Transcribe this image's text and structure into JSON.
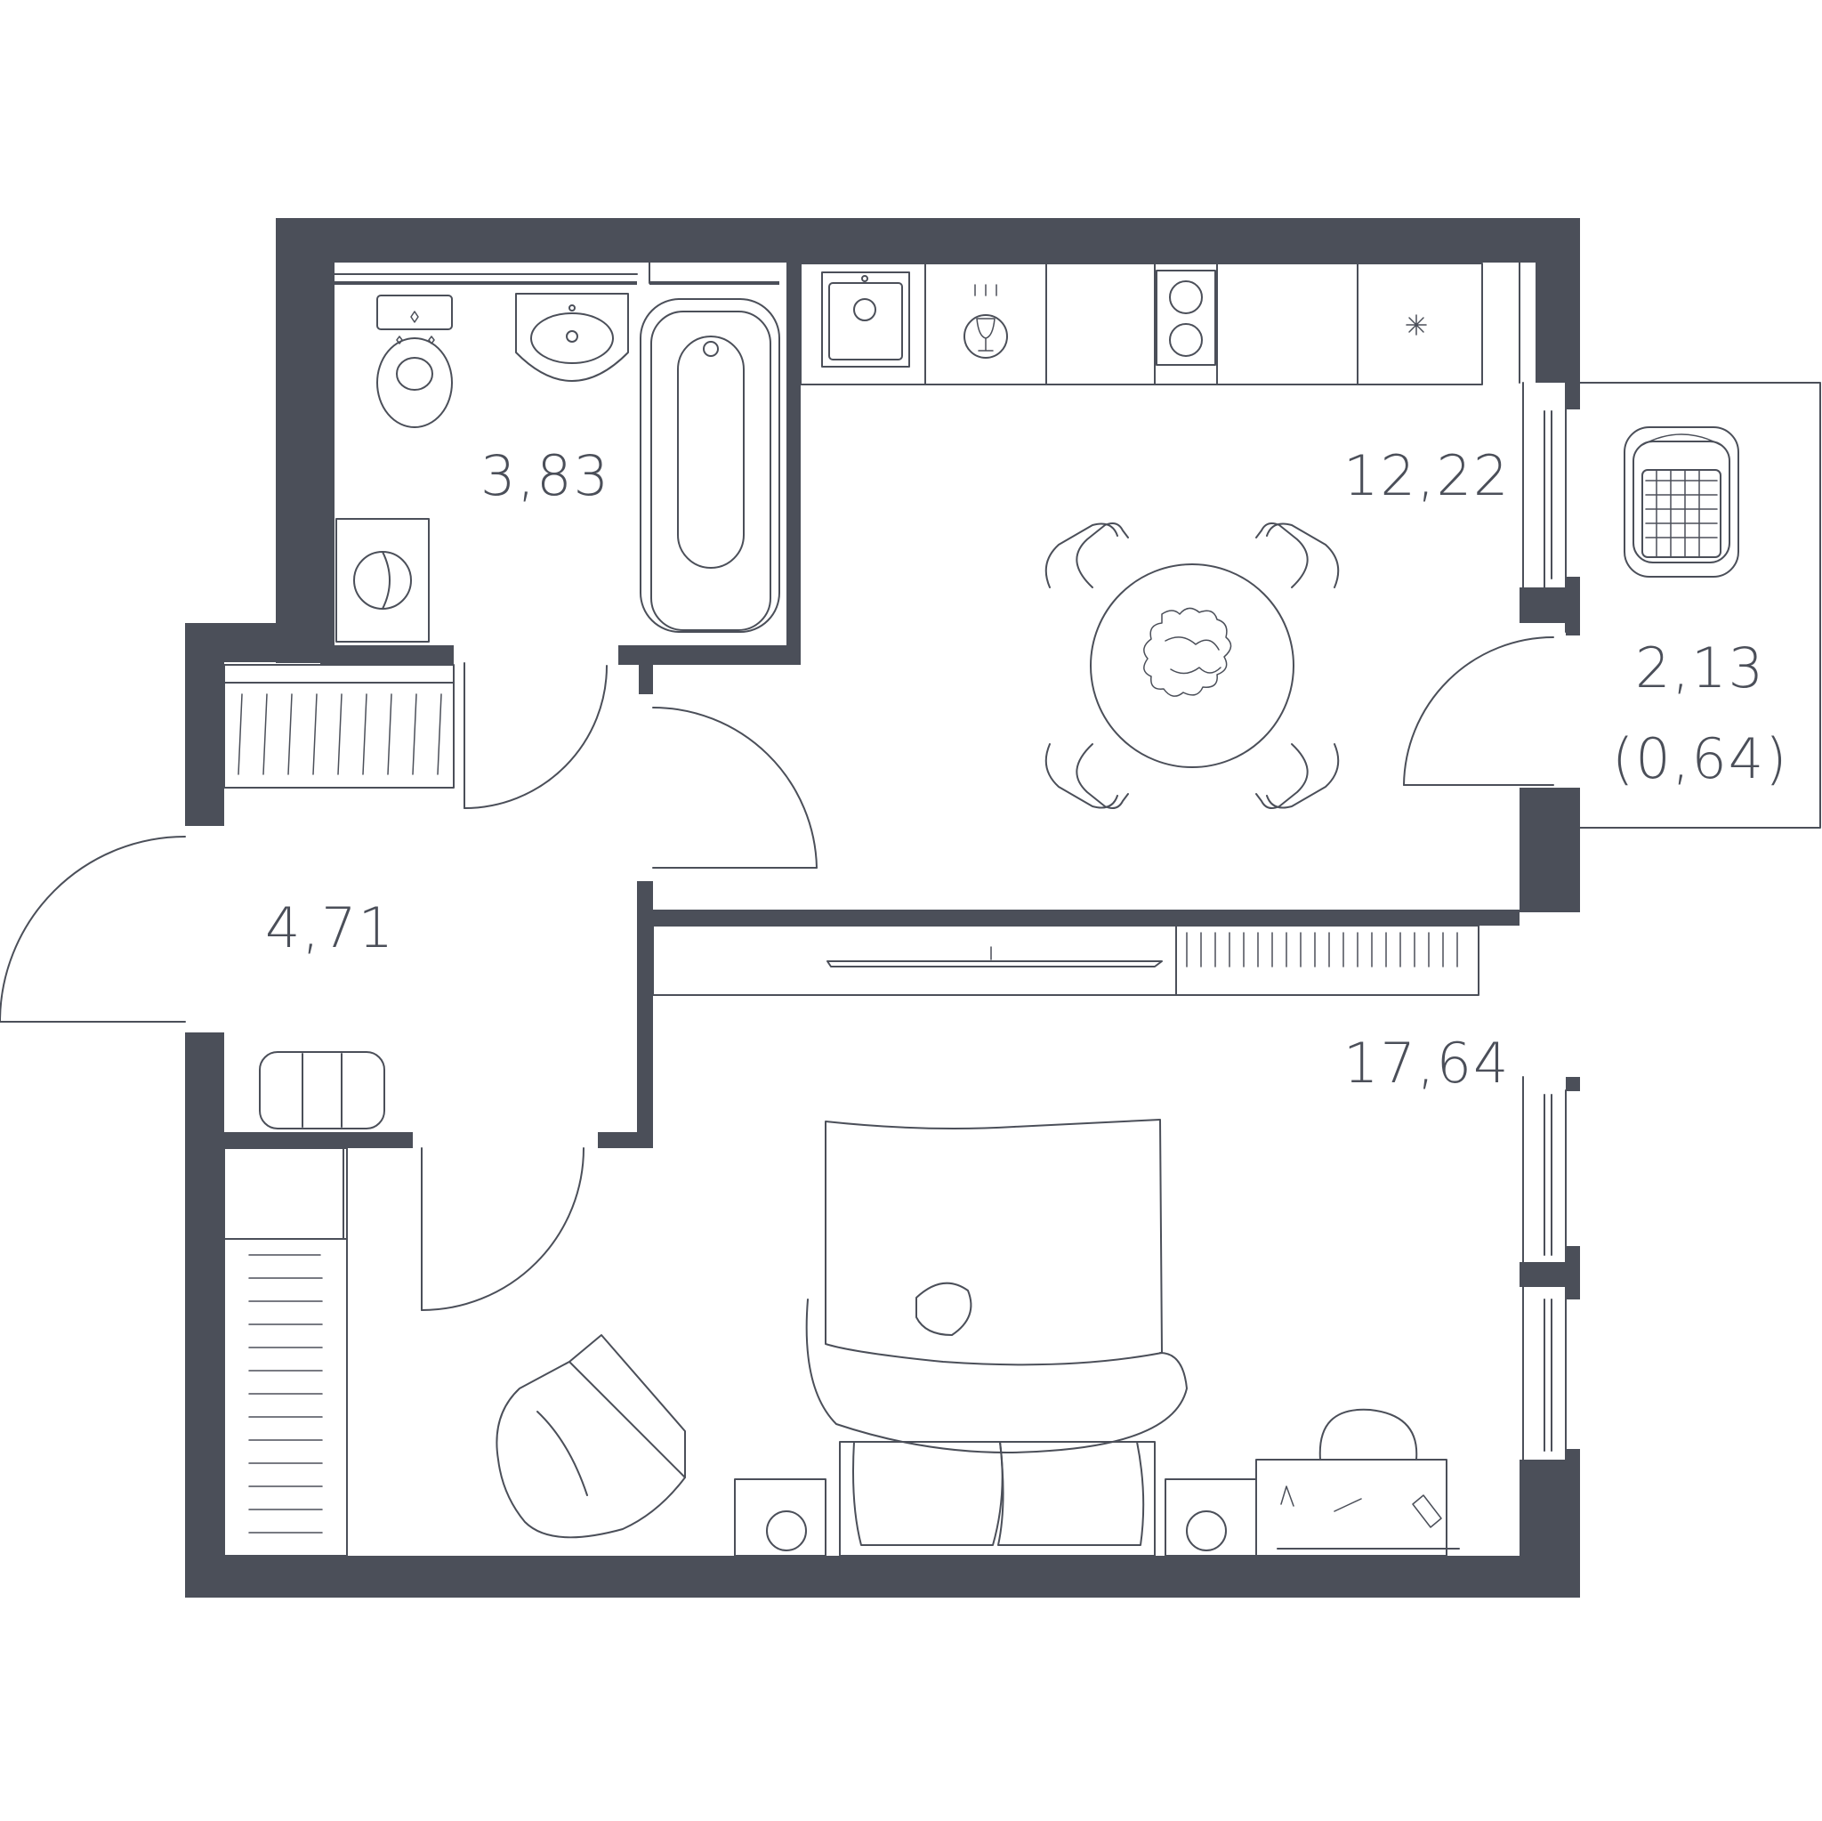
{
  "rooms": {
    "bathroom": {
      "area": "3,83"
    },
    "kitchen": {
      "area": "12,22"
    },
    "balcony": {
      "area": "2,13",
      "reduced_area": "(0,64)"
    },
    "hall": {
      "area": "4,71"
    },
    "bedroom": {
      "area": "17,64"
    }
  },
  "colors": {
    "wall": "#4b4f59",
    "line": "#4b4f59",
    "background": "#ffffff"
  },
  "icons": [
    "toilet-icon",
    "washbasin-icon",
    "bathtub-icon",
    "washing-machine-icon",
    "kitchen-sink-icon",
    "cooktop-icon",
    "dining-table-icon",
    "bed-icon",
    "armchair-icon",
    "desk-icon",
    "wardrobe-icon",
    "shelf-icon",
    "tv-unit-icon",
    "lounge-chair-icon"
  ]
}
